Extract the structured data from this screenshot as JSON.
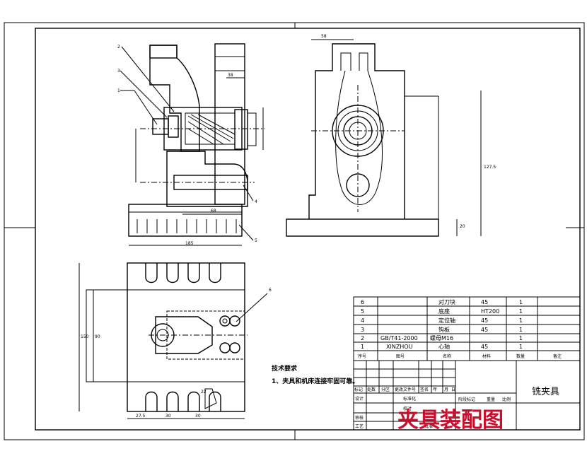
{
  "drawing": {
    "title": "铣夹具",
    "watermark": "夹具装配图",
    "notes_heading": "技术要求",
    "notes_line": "1、夹具和机床连接牢固可靠。",
    "maker_code": "XINZHOU"
  },
  "balloons": [
    "2",
    "3",
    "1",
    "4",
    "5",
    "6"
  ],
  "dimensions": {
    "side_width": "58",
    "side_height": "127.5",
    "side_base": "20",
    "front_top": "38",
    "front_base_len": "185",
    "front_mid_len": "68",
    "plan_pitch_a": "27.5",
    "plan_pitch_b": "30",
    "plan_pitch_c": "30",
    "plan_height": "150",
    "plan_inner": "90",
    "plan_slot": "22"
  },
  "bom": {
    "headers": [
      "序号",
      "图号",
      "名称",
      "材料",
      "数量",
      "备注"
    ],
    "rows": [
      {
        "no": "6",
        "code": "",
        "name": "对刀块",
        "material": "45",
        "qty": "1",
        "note": ""
      },
      {
        "no": "5",
        "code": "",
        "name": "底座",
        "material": "HT200",
        "qty": "1",
        "note": ""
      },
      {
        "no": "4",
        "code": "",
        "name": "定位轴",
        "material": "45",
        "qty": "1",
        "note": ""
      },
      {
        "no": "3",
        "code": "",
        "name": "钩板",
        "material": "45",
        "qty": "1",
        "note": ""
      },
      {
        "no": "2",
        "code": "GB/T41-2000",
        "name": "螺母M16",
        "material": "",
        "qty": "1",
        "note": ""
      },
      {
        "no": "1",
        "code": "",
        "name": "心轴",
        "material": "45",
        "qty": "1",
        "note": ""
      }
    ]
  },
  "title_block": {
    "rev_headers": [
      "标记",
      "处数",
      "分区",
      "更改文件号",
      "签名",
      "年",
      "月",
      "日"
    ],
    "design": "设计",
    "standard": "标准化",
    "check": "校对",
    "review": "审核",
    "process": "工艺",
    "approve": "批准",
    "stage_headers": [
      "阶段标记",
      "重量",
      "比例"
    ]
  }
}
